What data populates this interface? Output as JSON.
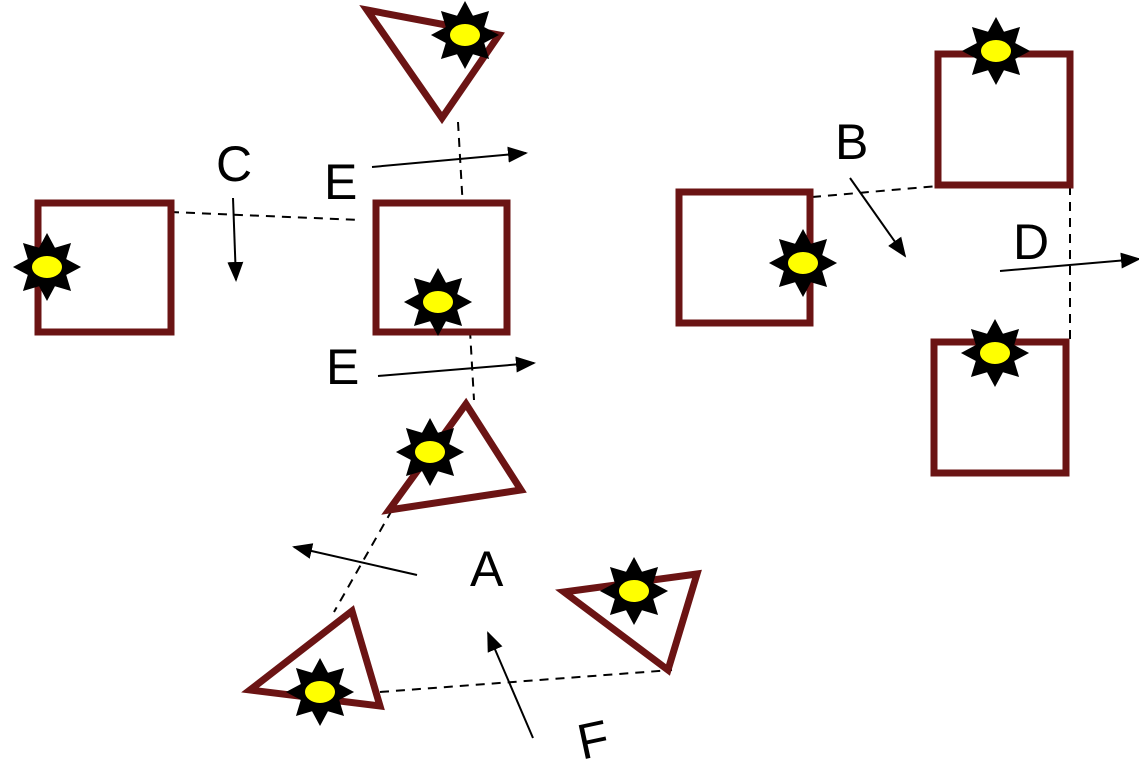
{
  "labels": {
    "a": "A",
    "b": "B",
    "c": "C",
    "d": "D",
    "e_top": "E",
    "e_bottom": "E",
    "f": "F"
  },
  "colors": {
    "shape_outline": "#6b1414",
    "sun_fill": "#ffff00",
    "line": "#000000",
    "background": "#ffffff"
  },
  "icons": {
    "marker": "sun-icon",
    "direction": "arrow"
  }
}
